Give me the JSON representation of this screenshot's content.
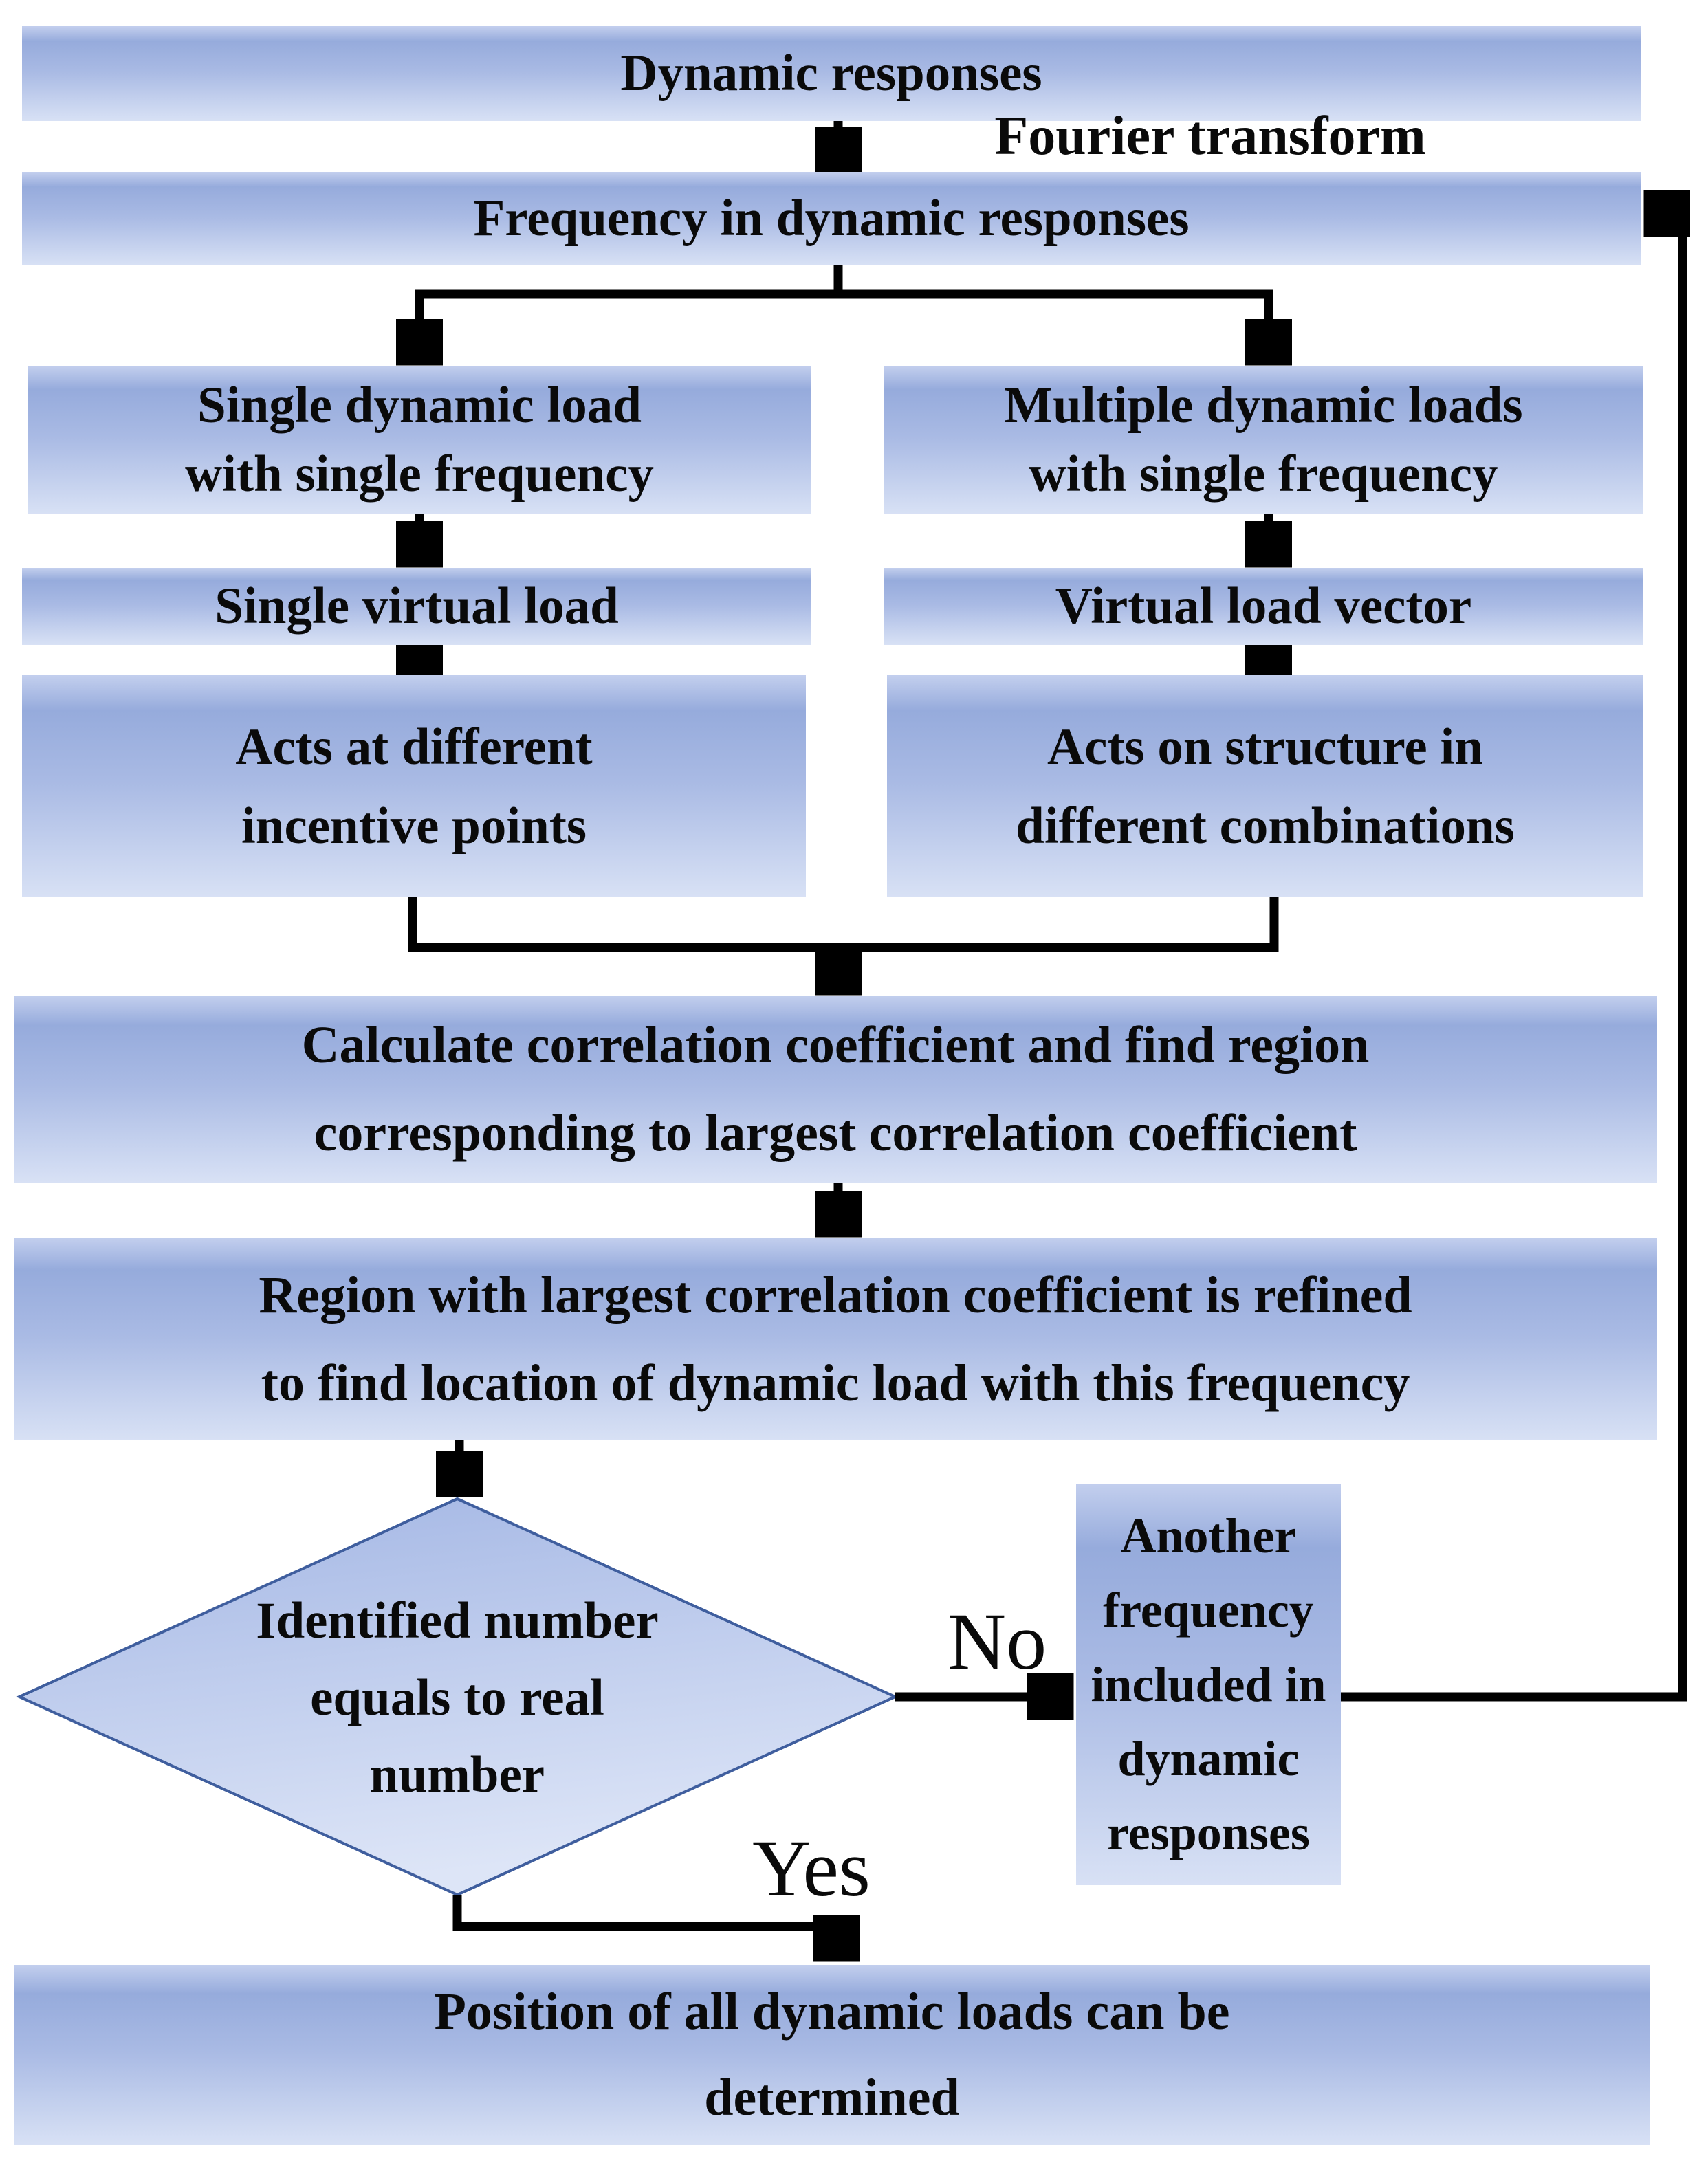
{
  "diagram": {
    "nodes": {
      "dynamic_responses": "Dynamic responses",
      "frequency": "Frequency in dynamic responses",
      "single_load": "Single dynamic load\nwith single frequency",
      "multiple_loads": "Multiple dynamic loads\nwith single frequency",
      "single_virtual_load": "Single virtual load",
      "virtual_load_vector": "Virtual load vector",
      "acts_incentive": "Acts at different\nincentive points",
      "acts_structure": "Acts on structure in\ndifferent combinations",
      "calculate": "Calculate correlation coefficient and find region\ncorresponding to largest correlation coefficient",
      "region_refine": "Region with largest correlation coefficient is refined\nto find location of dynamic load with this frequency",
      "decision": "Identified number\nequals to real\nnumber",
      "another_frequency": "Another\nfrequency\nincluded in\ndynamic\nresponses",
      "position_determined": "Position of all dynamic loads can be\ndetermined"
    },
    "edge_labels": {
      "fourier": "Fourier transform",
      "no": "No",
      "yes": "Yes"
    },
    "colors": {
      "arrow": "#000000",
      "text": "#0a0a0a",
      "diamond_border": "#3f5e9e",
      "node_fill_top": "#96abdc",
      "node_fill_bottom": "#d8e1f5",
      "background": "#ffffff"
    }
  }
}
